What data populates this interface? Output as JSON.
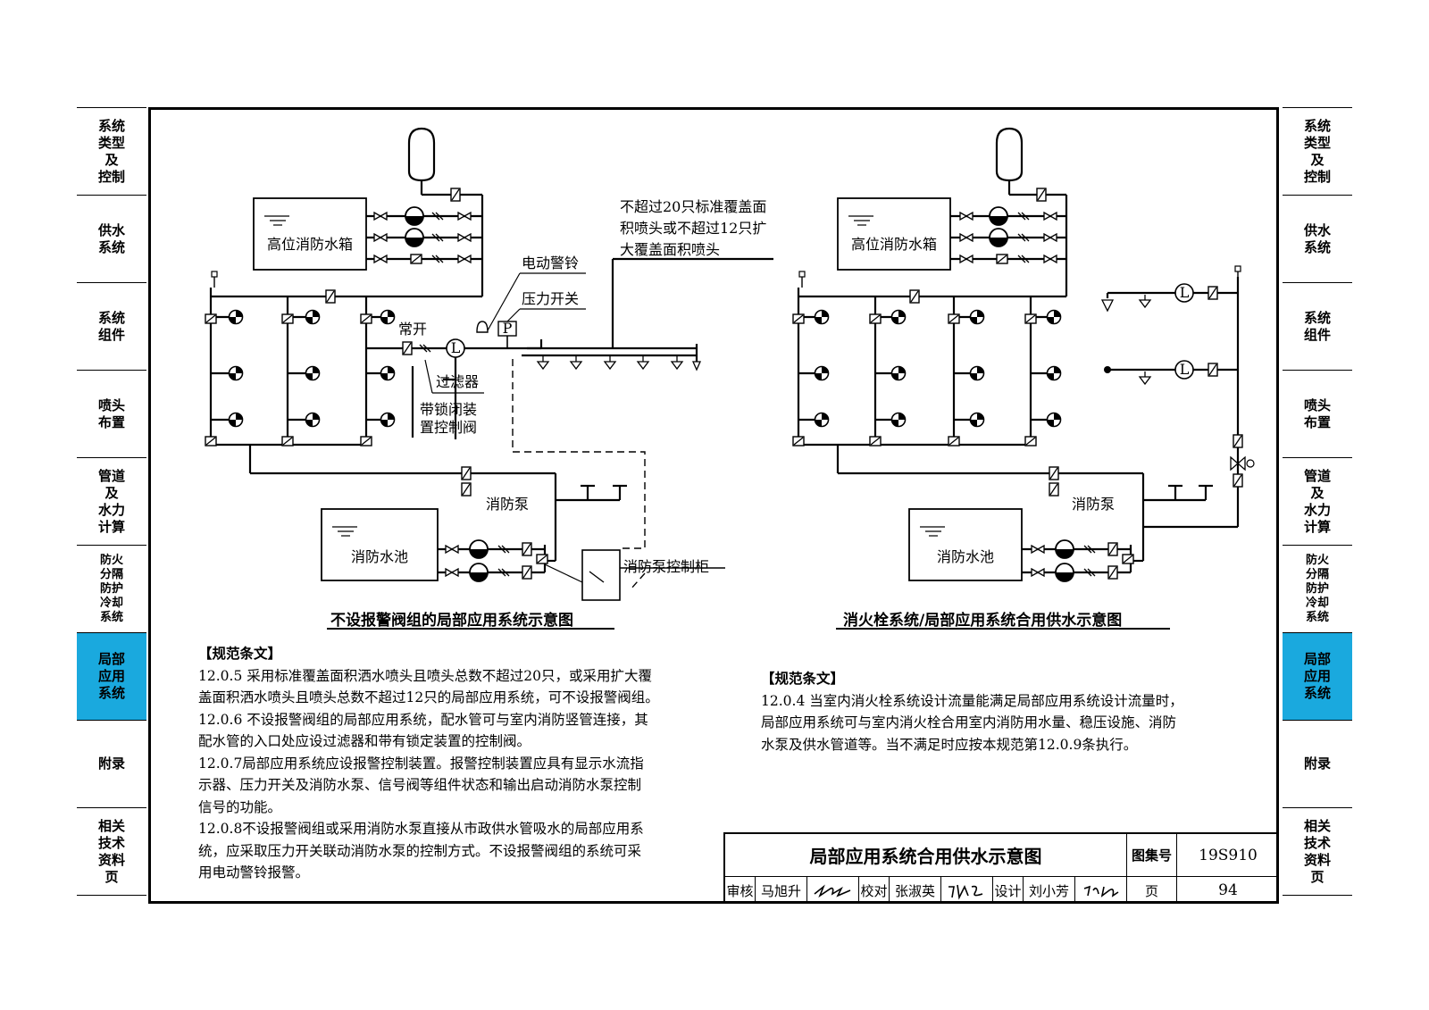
{
  "side_tabs": [
    {
      "label": "系统\n类型\n及\n控制",
      "active": false
    },
    {
      "label": "供水\n系统",
      "active": false
    },
    {
      "label": "系统\n组件",
      "active": false
    },
    {
      "label": "喷头\n布置",
      "active": false
    },
    {
      "label": "管道\n及\n水力\n计算",
      "active": false
    },
    {
      "label": "防火\n分隔\n防护\n冷却\n系统",
      "active": false
    },
    {
      "label": "局部\n应用\n系统",
      "active": true
    },
    {
      "label": "附录",
      "active": false
    },
    {
      "label": "相关\n技术\n资料\n页",
      "active": false
    }
  ],
  "active_tab_color": "#1aa9de",
  "left_diagram": {
    "tank_label": "高位消防水箱",
    "note_line1": "不超过20只标准覆盖面",
    "note_line2": "积喷头或不超过12只扩",
    "note_line3": "大覆盖面积喷头",
    "alarm_bell": "电动警铃",
    "pressure_switch": "压力开关",
    "normally_open": "常开",
    "filter": "过滤器",
    "locked_valve_line1": "带锁闭装",
    "locked_valve_line2": "置控制阀",
    "pump_label": "消防泵",
    "pool_label": "消防水池",
    "control_cabinet": "消防泵控制柜",
    "pressure_symbol": "P",
    "flow_symbol": "L",
    "caption": "不设报警阀组的局部应用系统示意图"
  },
  "right_diagram": {
    "tank_label": "高位消防水箱",
    "pump_label": "消防泵",
    "pool_label": "消防水池",
    "flow_symbol": "L",
    "caption": "消火栓系统/局部应用系统合用供水示意图"
  },
  "left_clauses": {
    "heading": "【规范条文】",
    "lines": [
      "12.0.5 采用标准覆盖面积洒水喷头且喷头总数不超过20只，或采用扩大覆",
      "盖面积洒水喷头且喷头总数不超过12只的局部应用系统，可不设报警阀组。",
      "12.0.6 不设报警阀组的局部应用系统，配水管可与室内消防竖管连接，其",
      "配水管的入口处应设过滤器和带有锁定装置的控制阀。",
      "12.0.7局部应用系统应设报警控制装置。报警控制装置应具有显示水流指",
      "示器、压力开关及消防水泵、信号阀等组件状态和输出启动消防水泵控制",
      "信号的功能。",
      "12.0.8不设报警阀组或采用消防水泵直接从市政供水管吸水的局部应用系",
      "统，应采取压力开关联动消防水泵的控制方式。不设报警阀组的系统可采",
      "用电动警铃报警。"
    ]
  },
  "right_clauses": {
    "heading": "【规范条文】",
    "lines": [
      "12.0.4 当室内消火栓系统设计流量能满足局部应用系统设计流量时，",
      "局部应用系统可与室内消火栓合用室内消防用水量、稳压设施、消防",
      "水泵及供水管道等。当不满足时应按本规范第12.0.9条执行。"
    ]
  },
  "title_block": {
    "title": "局部应用系统合用供水示意图",
    "atlas_label": "图集号",
    "atlas_no": "19S910",
    "review_label": "审核",
    "reviewer": "马旭升",
    "check_label": "校对",
    "checker": "张淑英",
    "design_label": "设计",
    "designer": "刘小芳",
    "page_label": "页",
    "page_no": "94"
  }
}
